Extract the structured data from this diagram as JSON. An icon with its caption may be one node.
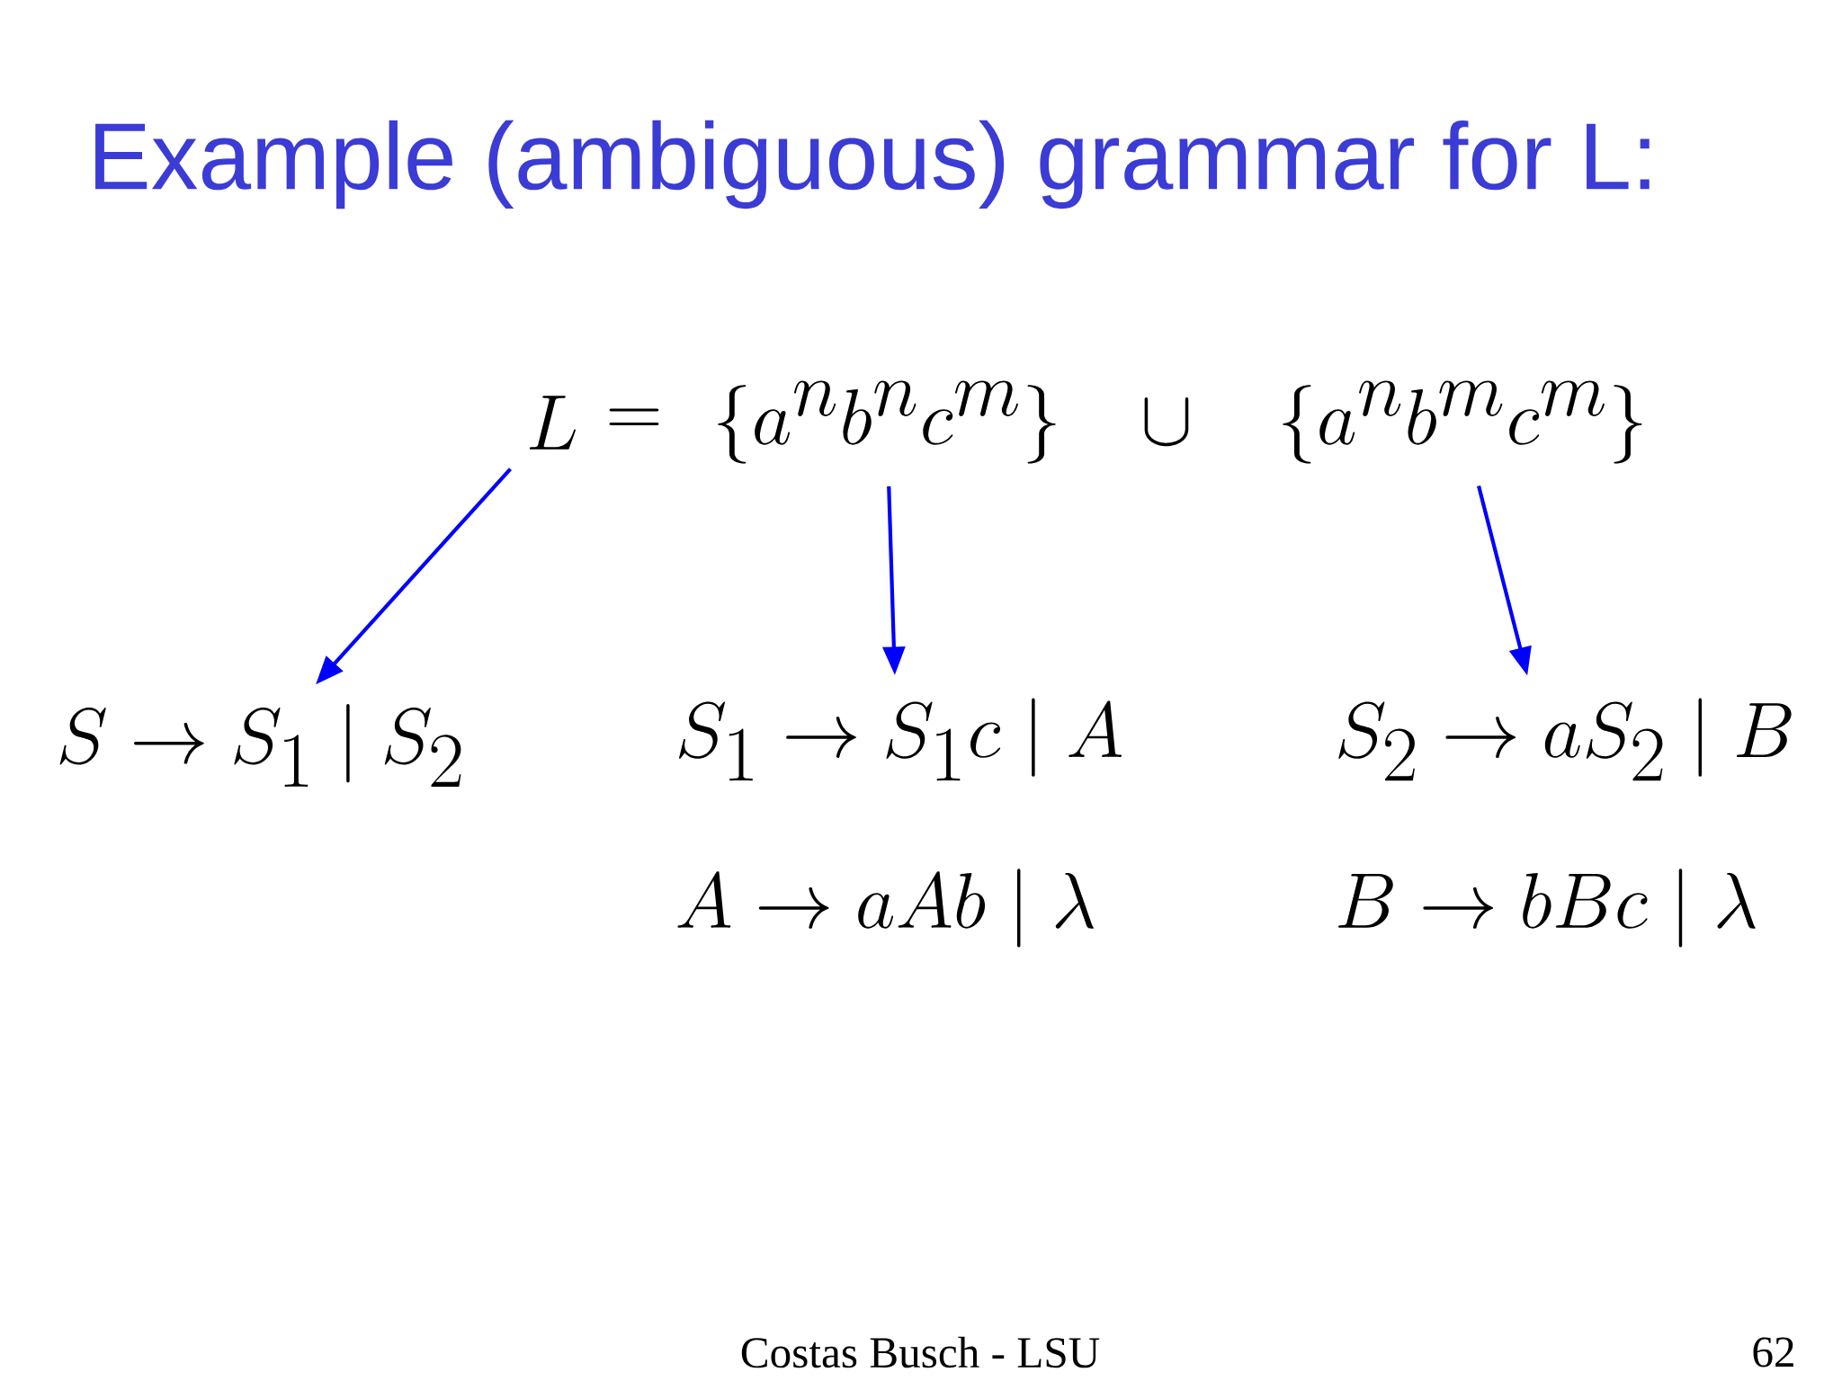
{
  "diagram": {
    "title": "Example (ambiguous) grammar for L:",
    "nodes": [
      {
        "text": [
          "L"
        ]
      },
      {
        "text": [
          "\\{a^n b^n c^m\\}"
        ]
      },
      {
        "text": [
          "\\{a^n b^m c^m\\}"
        ]
      },
      {
        "text": [
          "S \\rightarrow S_1 \\mid S_2"
        ]
      },
      {
        "text": [
          "S_1 \\rightarrow S_1 c \\mid A",
          "A \\rightarrow aAb \\mid \\lambda"
        ]
      },
      {
        "text": [
          "S_2 \\rightarrow aS_2 \\mid B",
          "B \\rightarrow bBc \\mid \\lambda"
        ]
      }
    ],
    "edges": [
      {
        "from": 0,
        "to": 3,
        "arrow": "to"
      },
      {
        "from": 1,
        "to": 4,
        "arrow": "to"
      },
      {
        "from": 2,
        "to": 5,
        "arrow": "to"
      }
    ],
    "labels": [
      "=",
      "\\cup",
      "Costas Busch - LSU",
      "62"
    ]
  }
}
